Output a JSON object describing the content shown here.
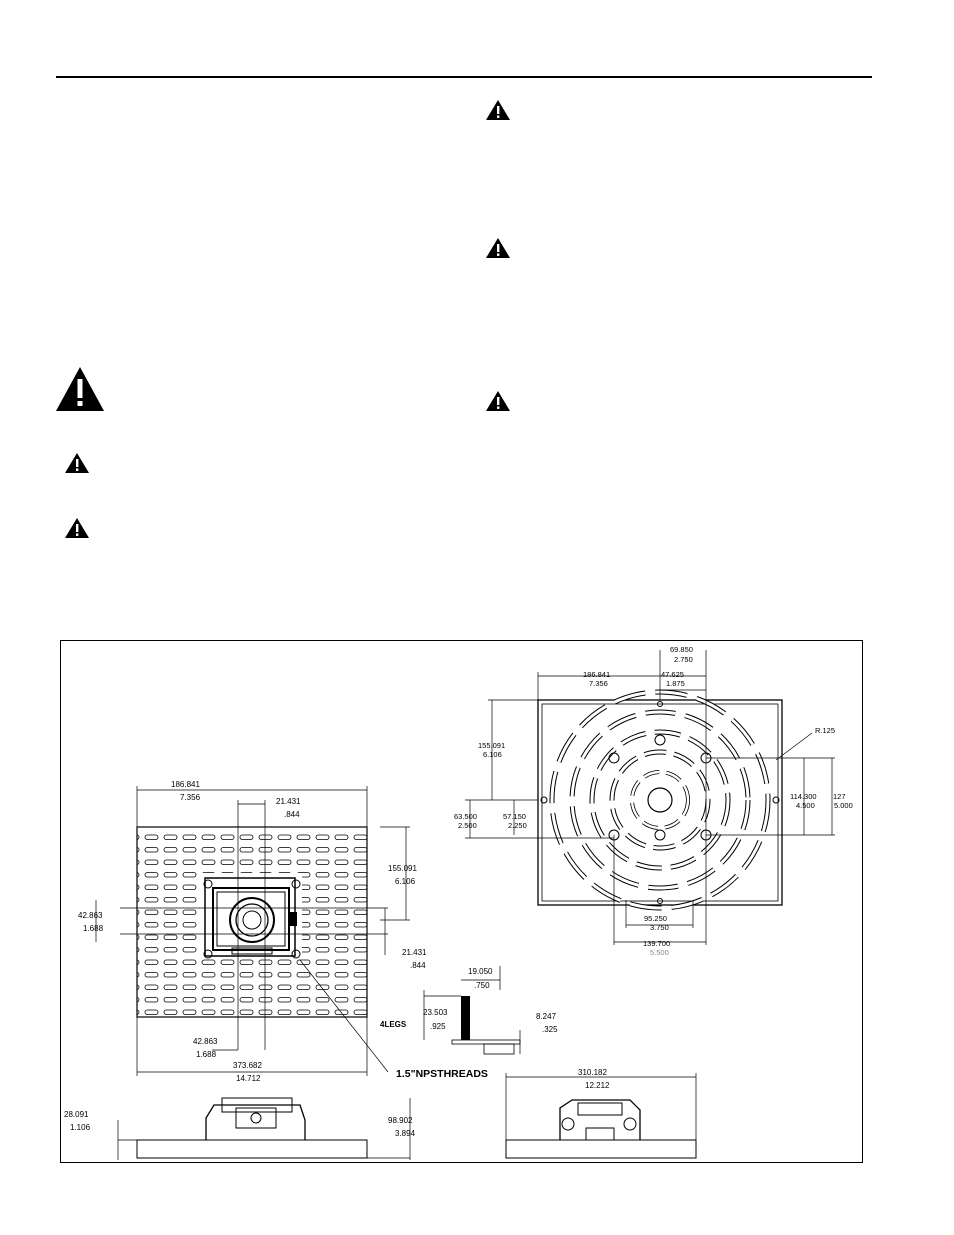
{
  "drawing": {
    "left_plate": {
      "width_mm": "186.841",
      "width_in": "7.356",
      "offset_mm": "21.431",
      "offset_in": ".844",
      "height_mm": "155.091",
      "height_in": "6.106",
      "side_mm": "42.863",
      "side_in": "1.688",
      "right_mm": "21.431",
      "right_in": ".844",
      "bottom_mm": "42.863",
      "bottom_in": "1.688",
      "overall_mm": "373.682",
      "overall_in": "14.712"
    },
    "right_plate": {
      "top1_mm": "69.850",
      "top1_in": "2.750",
      "top2_mm": "186.841",
      "top2_in": "7.356",
      "top3_mm": "47.625",
      "top3_in": "1.875",
      "radius": "R.125",
      "left1_mm": "155.091",
      "left1_in": "6.106",
      "left2_mm": "63.500",
      "left2_in": "2.500",
      "left3_mm": "57.150",
      "left3_in": "2.250",
      "right1_mm": "114.300",
      "right1_in": "4.500",
      "right2_mm": "127",
      "right2_in": "5.000",
      "bot1_mm": "95.250",
      "bot1_in": "3.750",
      "bot2_mm": "139.700",
      "bot2_in": "5.500"
    },
    "leg": {
      "w_mm": "19.050",
      "w_in": ".750",
      "h_mm": "23.503",
      "h_in": ".925",
      "label": "4LEGS",
      "foot_mm": "8.247",
      "foot_in": ".325"
    },
    "thread_label": "1.5\"NPSTHREADS",
    "side_view": {
      "left_mm": "28.091",
      "left_in": "1.106",
      "right_mm": "98.902",
      "right_in": "3.894"
    },
    "front_view": {
      "width_mm": "310.182",
      "width_in": "12.212"
    }
  }
}
